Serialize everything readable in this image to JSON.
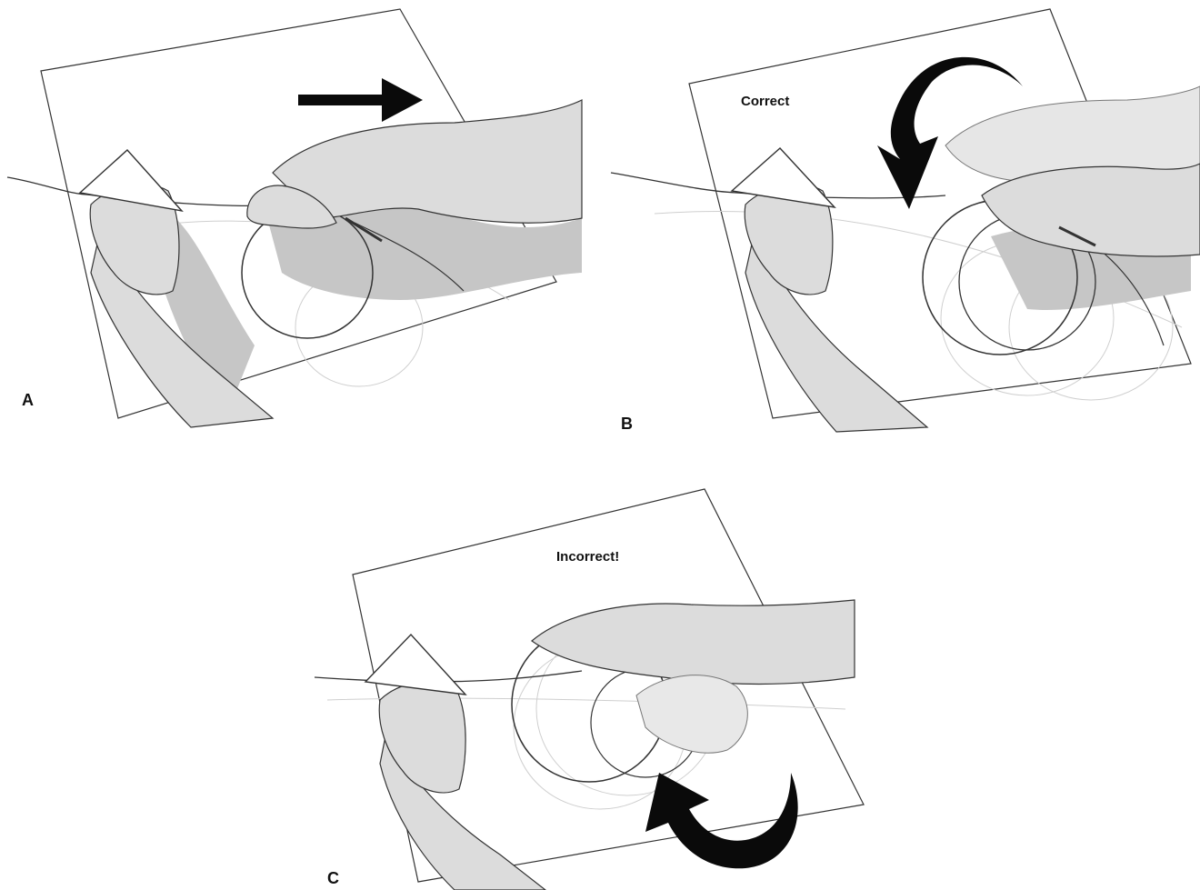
{
  "panels": {
    "a": {
      "letter": "A"
    },
    "b": {
      "letter": "B",
      "caption": "Correct"
    },
    "c": {
      "letter": "C",
      "caption": "Incorrect!"
    }
  },
  "colors": {
    "outline": "#333333",
    "skin": "#dcdcdc",
    "shadow": "#c6c6c6",
    "arrow": "#0a0a0a",
    "faint_loop": "#cfcfcf"
  }
}
